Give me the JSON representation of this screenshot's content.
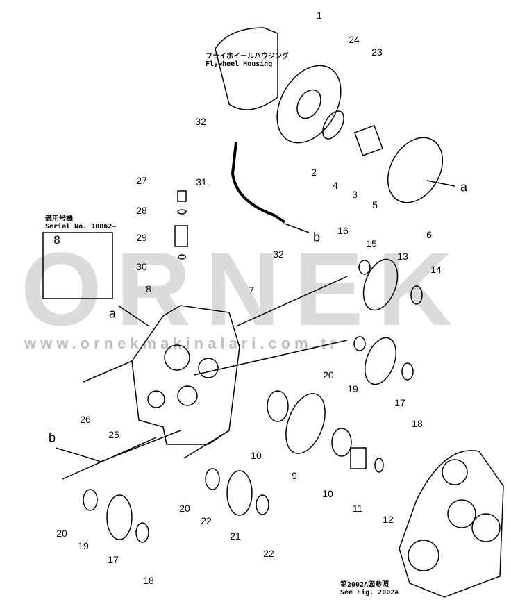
{
  "watermark": {
    "brand": "ORNEK",
    "url": "www.ornekmakinalari.com.tr"
  },
  "notes": {
    "flywheel_jp": "フライホイールハウジング",
    "flywheel_en": "Flywheel Housing",
    "serial_jp": "適用号機",
    "serial_en": "Serial No. 10862~",
    "see_jp": "第2002A図参照",
    "see_en": "See Fig. 2002A"
  },
  "callouts": [
    "1",
    "24",
    "23",
    "32",
    "2",
    "4",
    "3",
    "5",
    "a",
    "6",
    "27",
    "31",
    "28",
    "29",
    "30",
    "32",
    "b",
    "16",
    "15",
    "13",
    "14",
    "7",
    "8",
    "8",
    "a",
    "20",
    "19",
    "17",
    "18",
    "26",
    "25",
    "b",
    "10",
    "9",
    "10",
    "11",
    "12",
    "20",
    "22",
    "21",
    "22",
    "20",
    "19",
    "17",
    "18"
  ]
}
